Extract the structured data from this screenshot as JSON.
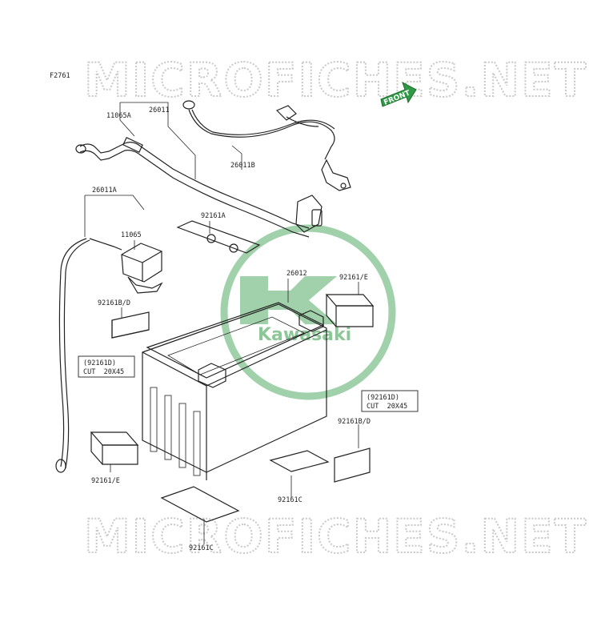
{
  "figure_id": "F2761",
  "watermark_text": "MICROFICHES.NET",
  "front_label": "FRONT",
  "brand_logo": {
    "text": "Kawasaki",
    "color": "#2f9a45"
  },
  "part_labels": {
    "p11065A": "11065A",
    "p26011": "26011",
    "p26011B": "26011B",
    "p26011A": "26011A",
    "p11065": "11065",
    "p92161A": "92161A",
    "p26012": "26012",
    "p92161E_top": "92161/E",
    "p92161BD_left": "92161B/D",
    "p92161BD_right": "92161B/D",
    "p92161E_bottom": "92161/E",
    "p92161C_mid": "92161C",
    "p92161C_bottom": "92161C"
  },
  "notes": {
    "left": {
      "line1": "(92161D)",
      "line2": "CUT  20X45"
    },
    "right": {
      "line1": "(92161D)",
      "line2": "CUT  20X45"
    }
  }
}
